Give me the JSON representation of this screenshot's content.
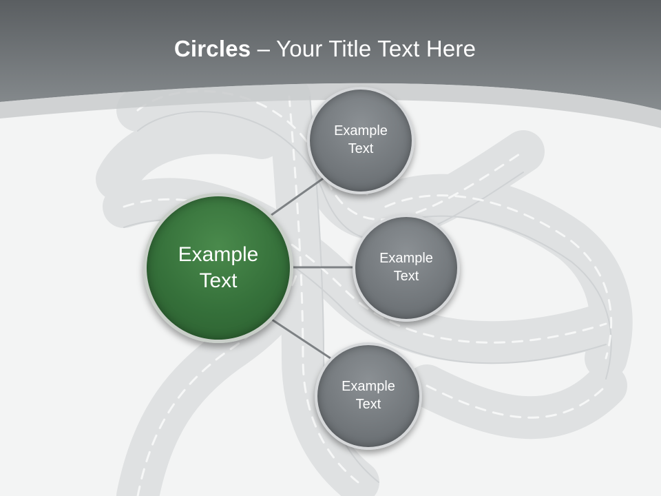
{
  "title": {
    "bold": "Circles",
    "rest": " – Your Title Text Here"
  },
  "colors": {
    "header": "#6d7173",
    "main_circle": "#3a763d",
    "small_circle": "#74797d",
    "connector": "#7d8184"
  },
  "main_circle": {
    "line1": "Example",
    "line2": "Text"
  },
  "satellites": [
    {
      "line1": "Example",
      "line2": "Text"
    },
    {
      "line1": "Example",
      "line2": "Text"
    },
    {
      "line1": "Example",
      "line2": "Text"
    }
  ]
}
